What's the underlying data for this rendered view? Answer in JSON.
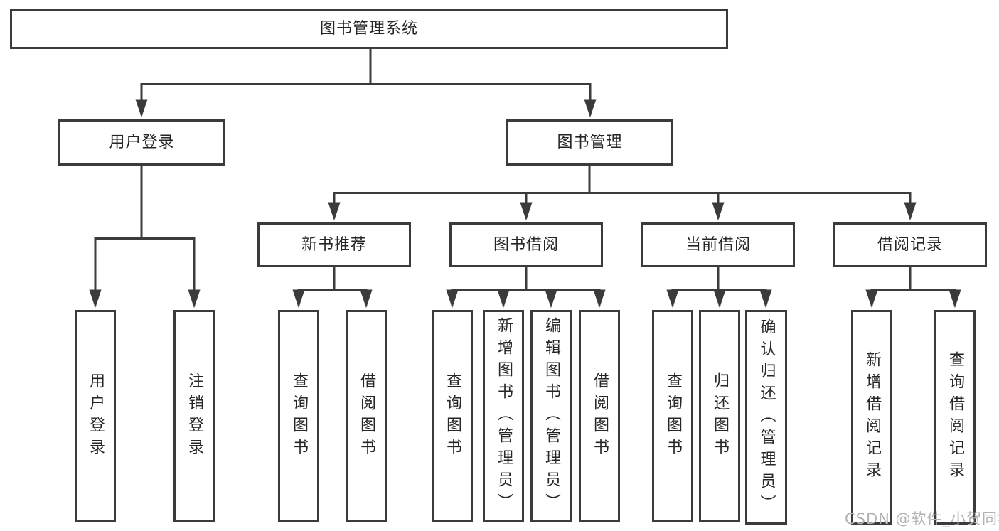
{
  "diagram": {
    "root": {
      "label": "图书管理系统"
    },
    "level2": [
      {
        "label": "用户登录"
      },
      {
        "label": "图书管理"
      }
    ],
    "level3": [
      {
        "label": "新书推荐"
      },
      {
        "label": "图书借阅"
      },
      {
        "label": "当前借阅"
      },
      {
        "label": "借阅记录"
      }
    ],
    "leaves": {
      "user_login": [
        "用户登录",
        "注销登录"
      ],
      "new_book": [
        "查询图书",
        "借阅图书"
      ],
      "book_borrow": [
        "查询图书",
        "新增图书（管理员）",
        "编辑图书（管理员）",
        "借阅图书"
      ],
      "current_borrow": [
        "查询图书",
        "归还图书",
        "确认归还（管理员）"
      ],
      "borrow_record": [
        "新增借阅记录",
        "查询借阅记录"
      ]
    }
  },
  "watermark": {
    "text": "CSDN @软件_小贺同学"
  },
  "colors": {
    "line": "#3b3b3b",
    "text": "#262626",
    "watermark": "#b3b3b3",
    "background": "#ffffff"
  }
}
